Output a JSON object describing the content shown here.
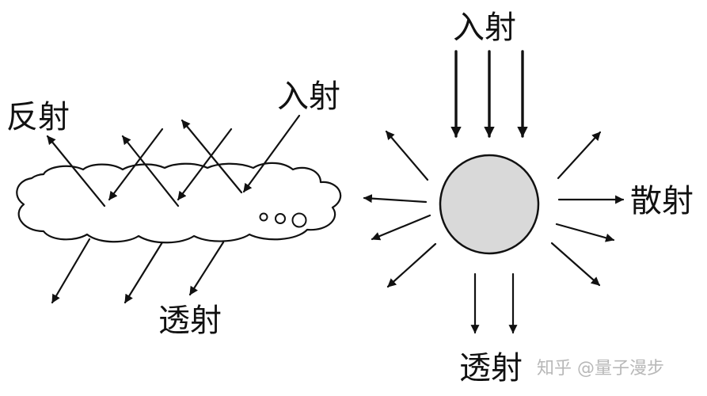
{
  "left_panel": {
    "reflection_label": "反射",
    "incident_label": "入射",
    "transmission_label": "透射"
  },
  "right_panel": {
    "incident_label": "入射",
    "scatter_label": "散射",
    "transmission_label": "透射"
  },
  "watermark": "知乎 @量子漫步",
  "colors": {
    "line": "#111111",
    "particle_fill": "#d9d9d9",
    "watermark": "#b8b8b8"
  }
}
